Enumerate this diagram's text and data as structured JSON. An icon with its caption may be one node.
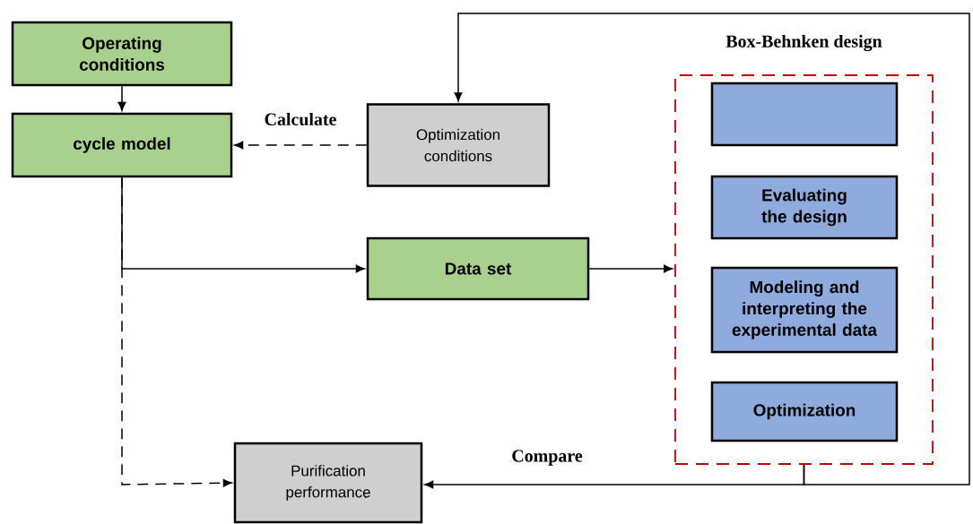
{
  "diagram": {
    "nodes": [
      {
        "text": [
          "Operating conditions"
        ]
      },
      {
        "text": [
          "cycle model"
        ]
      },
      {
        "text": [
          "Optimization conditions"
        ]
      },
      {
        "text": [
          "Data set"
        ]
      },
      {
        "text": [
          "Box-Behnken design"
        ]
      },
      {
        "text": [],
        "shape": "box",
        "in": 4
      },
      {
        "text": [
          "Evaluating the design"
        ],
        "in": 4
      },
      {
        "text": [
          "Modeling and interpreting the experimental data"
        ],
        "in": 4
      },
      {
        "text": [
          "Optimization"
        ],
        "in": 4
      },
      {
        "text": [
          "Purification performance"
        ]
      }
    ],
    "edges": [
      {
        "from": 0,
        "to": 1,
        "arrow": "to"
      },
      {
        "from": 2,
        "to": 1,
        "arrow": "to",
        "style": "dashed",
        "label": "Calculate"
      },
      {
        "from": 1,
        "to": 3,
        "arrow": "to"
      },
      {
        "from": 1,
        "to": 9,
        "arrow": "to",
        "style": "dashed"
      },
      {
        "from": 3,
        "to": 4,
        "arrow": "to"
      },
      {
        "from": 4,
        "to": 9,
        "arrow": "to",
        "label": "Compare"
      },
      {
        "from": 4,
        "to": 2,
        "arrow": "to"
      }
    ]
  }
}
